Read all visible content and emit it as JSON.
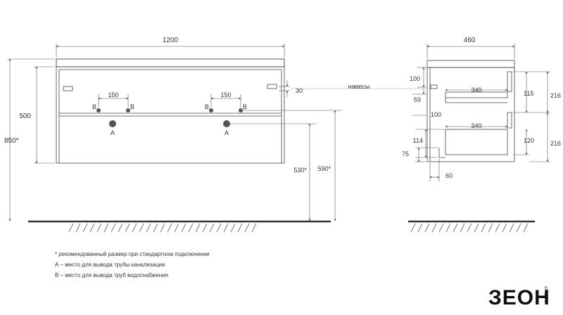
{
  "front": {
    "width_dim": "1200",
    "height_dim_500": "500",
    "height_dim_850": "850*",
    "dim_30": "30",
    "dim_530": "530*",
    "dim_590": "590*",
    "spacing_left": "150",
    "spacing_right": "150",
    "label_b": "B",
    "label_a": "A"
  },
  "side": {
    "depth_dim": "460",
    "dim_100_top": "100",
    "dim_59": "59",
    "dim_100_mid": "100",
    "dim_340_top": "340",
    "dim_340_bottom": "340",
    "dim_115": "115",
    "dim_120": "120",
    "dim_216_top": "216",
    "dim_216_bottom": "216",
    "dim_114": "114",
    "dim_75": "75",
    "dim_60": "60"
  },
  "hinges_label": "навесы",
  "notes": [
    "* рекомендованный размер при стандартном подключении",
    "А – место для вывода трубы канализации",
    "В – место для вывода труб водоснабжения"
  ],
  "logo": {
    "text": "ЗЕОН",
    "sub": "shop.ru"
  },
  "colors": {
    "line": "#444444",
    "dim": "#555555",
    "floor": "#333333",
    "pipe": "#555555"
  }
}
